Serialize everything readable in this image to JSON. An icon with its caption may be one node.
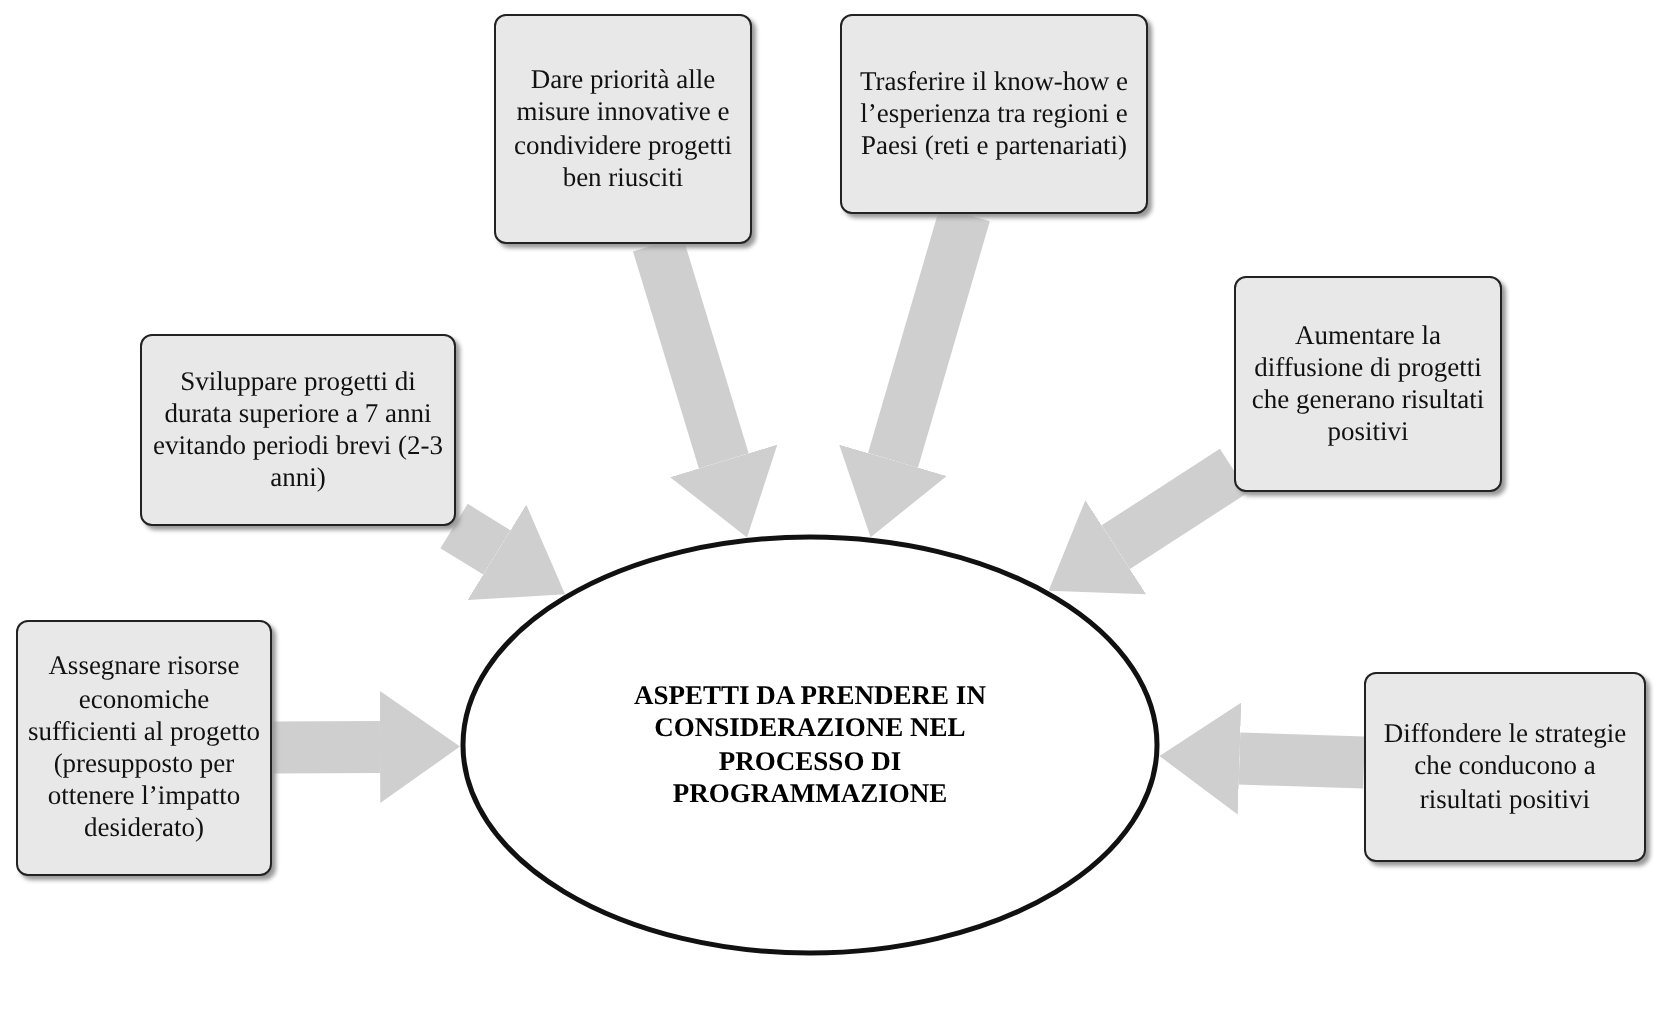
{
  "diagram": {
    "nodes": [
      {
        "text": [
          "Assegnare risorse economiche sufficienti al progetto (presupposto per ottenere l’impatto desiderato)"
        ]
      },
      {
        "text": [
          "Sviluppare progetti di durata superiore a 7 anni evitando periodi brevi (2-3 anni)"
        ]
      },
      {
        "text": [
          "Dare priorità alle misure innovative e condividere progetti ben riusciti"
        ]
      },
      {
        "text": [
          "Trasferire il know-how e l’esperienza tra regioni e Paesi (reti e partenariati)"
        ]
      },
      {
        "text": [
          "Aumentare la diffusione di progetti che generano risultati positivi"
        ]
      },
      {
        "text": [
          "Diffondere le strategie che conducono a risultati positivi"
        ]
      },
      {
        "text": [
          "ASPETTI DA PRENDERE IN CONSIDERAZIONE NEL PROCESSO DI PROGRAMMAZIONE"
        ]
      }
    ],
    "edges": [
      {
        "from": 0,
        "to": 6,
        "arrow": "to"
      },
      {
        "from": 1,
        "to": 6,
        "arrow": "to"
      },
      {
        "from": 2,
        "to": 6,
        "arrow": "to"
      },
      {
        "from": 3,
        "to": 6,
        "arrow": "to"
      },
      {
        "from": 4,
        "to": 6,
        "arrow": "to"
      },
      {
        "from": 5,
        "to": 6,
        "arrow": "to"
      }
    ]
  }
}
